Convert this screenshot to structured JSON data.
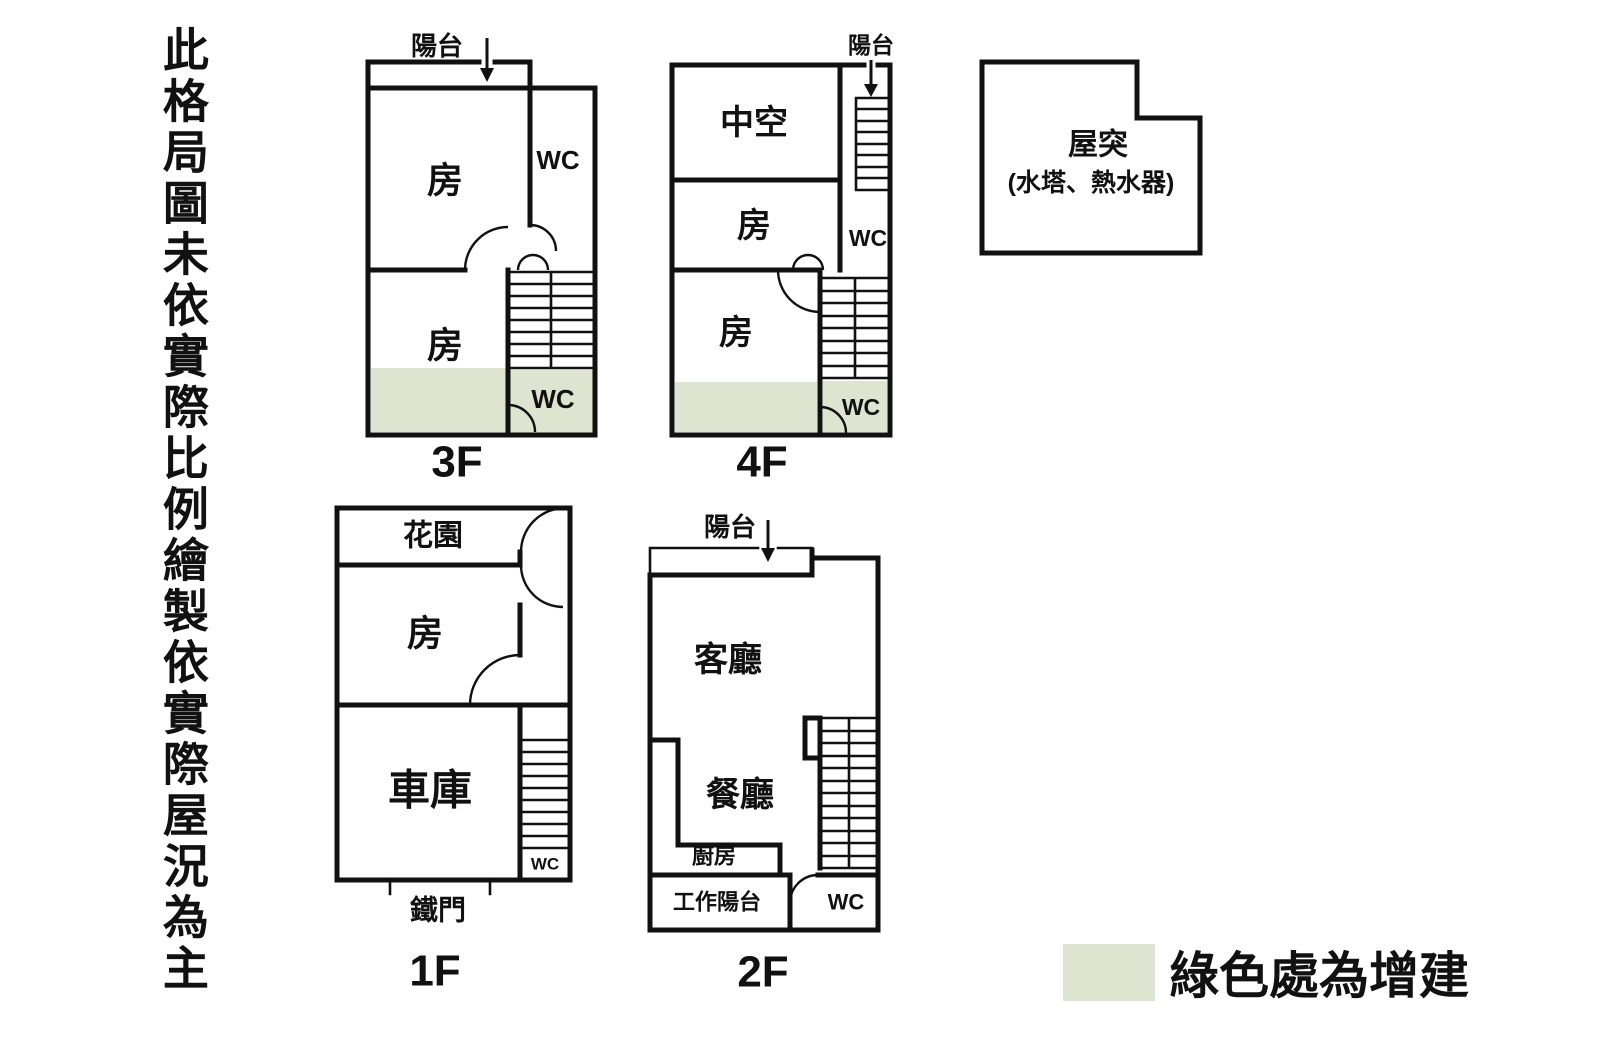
{
  "disclaimer": "此格局圖未依實際比例繪製依實際屋況為主",
  "colors": {
    "extension_green": "#dde4cf",
    "wall": "#111111"
  },
  "roof": {
    "title": "屋突",
    "subtitle": "(水塔、熱水器)"
  },
  "floor3": {
    "label": "3F",
    "balcony": "陽台",
    "room_upper": "房",
    "room_lower": "房",
    "wc_upper": "WC",
    "wc_lower": "WC"
  },
  "floor4": {
    "label": "4F",
    "balcony": "陽台",
    "void_room": "中空",
    "room_mid": "房",
    "room_lower": "房",
    "wc_mid": "WC",
    "wc_lower": "WC"
  },
  "floor1": {
    "label": "1F",
    "garden": "花園",
    "room": "房",
    "garage": "車庫",
    "wc": "WC",
    "gate": "鐵門"
  },
  "floor2": {
    "label": "2F",
    "balcony": "陽台",
    "living": "客廳",
    "dining": "餐廳",
    "kitchen": "廚房",
    "work_balcony": "工作陽台",
    "wc": "WC"
  },
  "legend": {
    "label": "綠色處為增建"
  }
}
